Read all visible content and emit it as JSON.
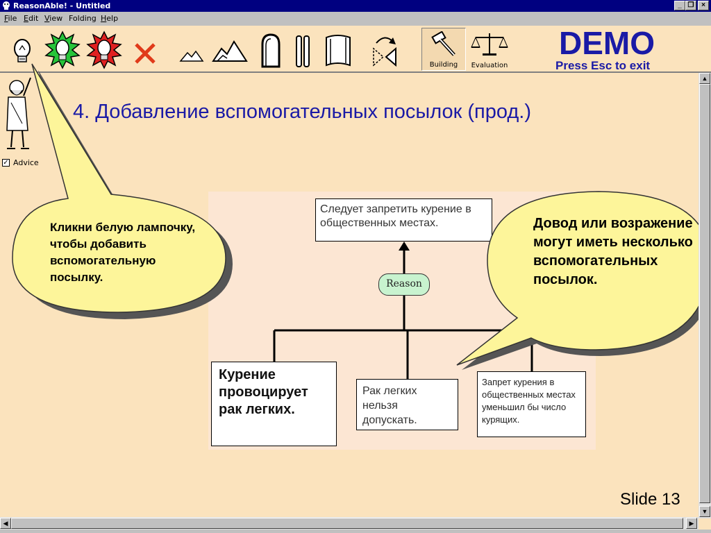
{
  "window": {
    "title": "ReasonAble! - Untitled",
    "minimize": "_",
    "restore": "❐",
    "close": "×"
  },
  "menu": [
    "File",
    "Edit",
    "View",
    "Folding",
    "Help"
  ],
  "menu_underline": [
    "F",
    "E",
    "V",
    "",
    "H"
  ],
  "menu_rest": [
    "ile",
    "dit",
    "iew",
    "Folding",
    "elp"
  ],
  "toolbar": {
    "modes": {
      "building": "Building",
      "evaluation": "Evaluation"
    }
  },
  "demo": {
    "title": "DEMO",
    "subtitle": "Press Esc to exit"
  },
  "advice": {
    "label": "Advice",
    "checked": true,
    "check_mark": "✓"
  },
  "slide": {
    "title": "4. Добавление вспомогательных посылок (прод.)",
    "number": "Slide 13"
  },
  "diagram": {
    "claim": "Следует запретить курение в общественных местах.",
    "reason_label": "Reason",
    "premises": [
      "Курение провоцирует рак легких.",
      "Рак легких нельзя допускать.",
      "Запрет курения в общественных местах уменьшил бы число курящих."
    ]
  },
  "bubbles": {
    "left": "Кликни белую лампочку, чтобы добавить вспомогательную посылку.",
    "right": "Довод или возражение могут иметь несколько вспомогательных посылок."
  },
  "scroll": {
    "up": "▲",
    "down": "▼",
    "left": "◀",
    "right": "▶"
  },
  "colors": {
    "title_bar": "#000080",
    "demo_text": "#1a1aa6",
    "background": "#fbe3bd",
    "bubble": "#fdf59a",
    "reason_pill": "#c8f3cf"
  }
}
